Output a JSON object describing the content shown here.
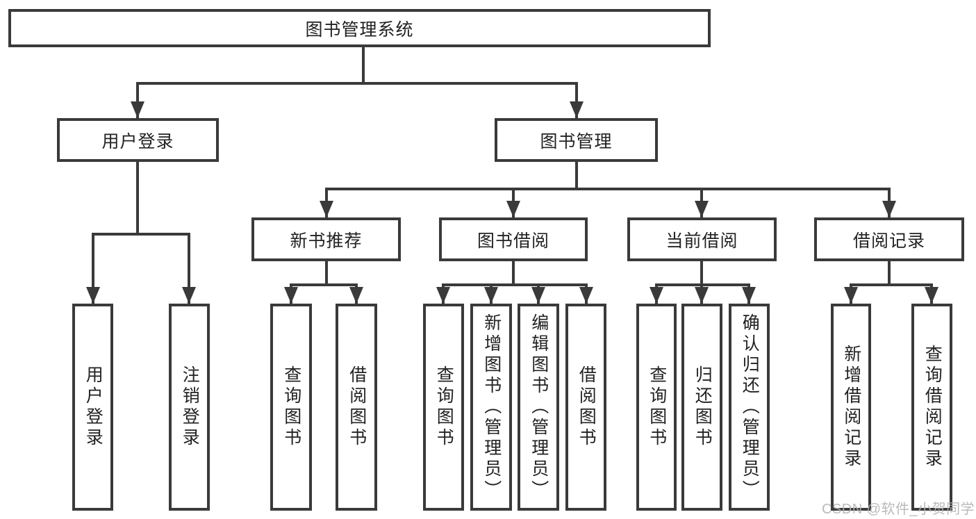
{
  "colors": {
    "line": "#3a3a3a",
    "text": "#222222",
    "watermark": "#b3b3b3",
    "background": "#ffffff"
  },
  "diagram": {
    "root": {
      "label": "图书管理系统"
    },
    "level2": [
      {
        "label": "用户登录"
      },
      {
        "label": "图书管理"
      }
    ],
    "level3": [
      {
        "label": "新书推荐",
        "parent": "图书管理"
      },
      {
        "label": "图书借阅",
        "parent": "图书管理"
      },
      {
        "label": "当前借阅",
        "parent": "图书管理"
      },
      {
        "label": "借阅记录",
        "parent": "图书管理"
      }
    ],
    "leaves": [
      {
        "label": "用户登录",
        "parent": "用户登录"
      },
      {
        "label": "注销登录",
        "parent": "用户登录"
      },
      {
        "label": "查询图书",
        "parent": "新书推荐"
      },
      {
        "label": "借阅图书",
        "parent": "新书推荐"
      },
      {
        "label": "查询图书",
        "parent": "图书借阅"
      },
      {
        "label": "新增图书（管理员）",
        "parent": "图书借阅"
      },
      {
        "label": "编辑图书（管理员）",
        "parent": "图书借阅"
      },
      {
        "label": "借阅图书",
        "parent": "图书借阅"
      },
      {
        "label": "查询图书",
        "parent": "当前借阅"
      },
      {
        "label": "归还图书",
        "parent": "当前借阅"
      },
      {
        "label": "确认归还（管理员）",
        "parent": "当前借阅"
      },
      {
        "label": "新增借阅记录",
        "parent": "借阅记录"
      },
      {
        "label": "查询借阅记录",
        "parent": "借阅记录"
      }
    ]
  },
  "watermark": {
    "text": "CSDN @软件_小贺同学"
  }
}
